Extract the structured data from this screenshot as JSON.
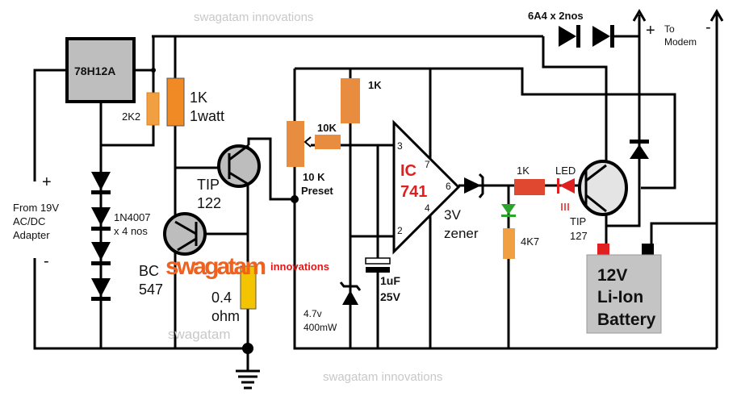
{
  "colors": {
    "resistor": "#f08a24",
    "shunt": "#f5c400",
    "red": "#e02020",
    "led_green": "#2aa52a",
    "ic": "#bebebe",
    "battery": "#c4c4c4",
    "watermark_orange": "#f0601e",
    "watermark_red": "#e01818"
  },
  "regulator": {
    "label": "78H12A"
  },
  "input": {
    "plus": "+",
    "minus": "-",
    "line1": "From 19V",
    "line2": "AC/DC",
    "line3": "Adapter"
  },
  "diodes_input": {
    "line1": "1N4007",
    "line2": "x 4 nos"
  },
  "r_2k2": {
    "label": "2K2"
  },
  "r_1k_1w": {
    "line1": "1K",
    "line2": "1watt"
  },
  "tip122": {
    "line1": "TIP",
    "line2": "122"
  },
  "bc547": {
    "line1": "BC",
    "line2": "547"
  },
  "shunt": {
    "line1": "0.4",
    "line2": "ohm"
  },
  "preset": {
    "line1": "10 K",
    "line2": "Preset"
  },
  "r_10k": {
    "label": "10K"
  },
  "r_1k_top": {
    "label": "1K"
  },
  "zener_ref": {
    "line1": "4.7v",
    "line2": "400mW"
  },
  "cap": {
    "line1": "1uF",
    "line2": "25V"
  },
  "opamp": {
    "line1": "IC",
    "line2": "741",
    "pin3": "3",
    "pin7": "7",
    "pin6": "6",
    "pin4": "4",
    "pin2": "2"
  },
  "zener_out": {
    "line1": "3V",
    "line2": "zener"
  },
  "r_1k_led": {
    "label": "1K"
  },
  "led": {
    "label": "LED"
  },
  "r_4k7": {
    "label": "4K7"
  },
  "tip127": {
    "line1": "TIP",
    "line2": "127"
  },
  "diodes_out": {
    "label": "6A4 x 2nos"
  },
  "output": {
    "plus": "+",
    "minus": "-",
    "line1": "To",
    "line2": "Modem"
  },
  "battery": {
    "line1": "12V",
    "line2": "Li-Ion",
    "line3": "Battery"
  },
  "watermark": {
    "big": "swagatam",
    "small": "innovations",
    "gray": "swagatam",
    "repeat": "swagatam innovations"
  }
}
